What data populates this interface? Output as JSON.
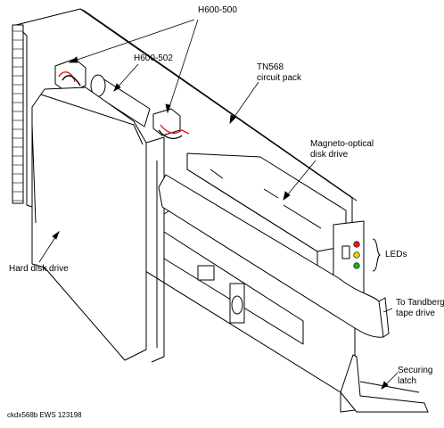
{
  "labels": {
    "h600_500": "H600-500",
    "h600_502": "H600-502",
    "tn568_l1": "TN568",
    "tn568_l2": "circuit pack",
    "mo_l1": "Magneto-optical",
    "mo_l2": "disk drive",
    "leds": "LEDs",
    "hdd": "Hard disk drive",
    "tape_l1": "To Tandberg",
    "tape_l2": "tape drive",
    "latch_l1": "Securing",
    "latch_l2": "latch",
    "code": "ckdx568b EWS 123198"
  },
  "colors": {
    "line": "#000000",
    "cable_red": "#e01818",
    "led_red": "#e02020",
    "led_yellow": "#e8d800",
    "led_green": "#20b020"
  }
}
